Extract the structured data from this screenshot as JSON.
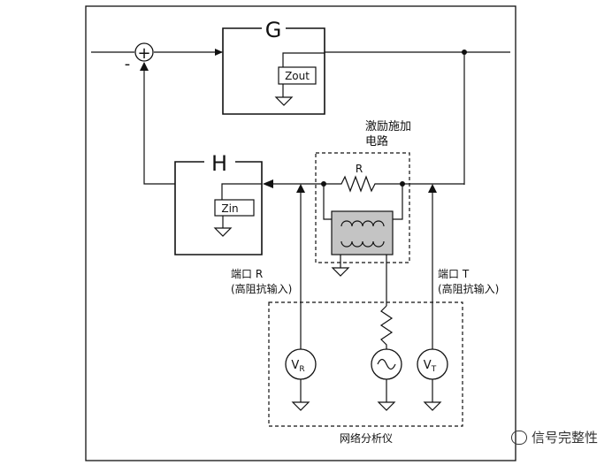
{
  "blocks": {
    "g_label": "G",
    "h_label": "H",
    "zout_label": "Zout",
    "zin_label": "Zin"
  },
  "summing": {
    "minus_sign": "-",
    "plus_sign": "+"
  },
  "injection": {
    "title_line1": "激励施加",
    "title_line2": "电路",
    "resistor_label": "R"
  },
  "ports": {
    "r_line1": "端口 R",
    "r_line2": "(高阻抗输入)",
    "t_line1": "端口 T",
    "t_line2": "(高阻抗输入)"
  },
  "meters": {
    "vr_main": "V",
    "vr_sub": "R",
    "vt_main": "V",
    "vt_sub": "T"
  },
  "analyzer_label": "网络分析仪",
  "watermark": "信号完整性"
}
